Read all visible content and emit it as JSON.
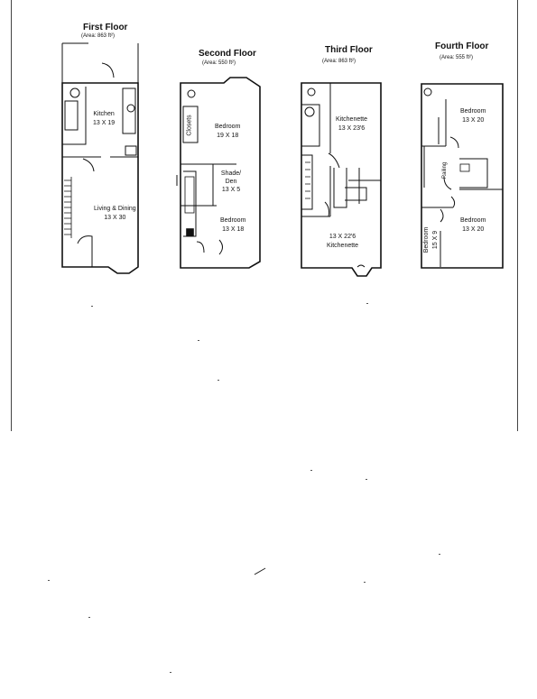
{
  "floors": [
    {
      "title": "First Floor",
      "area": "(Area: 863 ft²)",
      "rooms": [
        {
          "name": "Kitchen",
          "dims": "13 X 19"
        },
        {
          "name": "Living & Dining",
          "dims": "13 X 30"
        }
      ]
    },
    {
      "title": "Second Floor",
      "area": "(Area: 550 ft²)",
      "rooms": [
        {
          "name": "Closets",
          "dims": ""
        },
        {
          "name": "Bedroom",
          "dims": "19 X 18"
        },
        {
          "name": "Shade/ Den",
          "dims": "13 X 5"
        },
        {
          "name": "Bedroom",
          "dims": "13 X 18"
        }
      ]
    },
    {
      "title": "Third Floor",
      "area": "(Area: 863 ft²)",
      "rooms": [
        {
          "name": "Kitchenette",
          "dims": "13 X 23'6"
        },
        {
          "name": "Kitchenette",
          "dims": "13 X 22'6"
        }
      ]
    },
    {
      "title": "Fourth Floor",
      "area": "(Area: 555 ft²)",
      "rooms": [
        {
          "name": "Bedroom",
          "dims": "13 X 20"
        },
        {
          "name": "Bedroom",
          "dims": "13 X 20"
        },
        {
          "name": "Bedroom",
          "dims": "15 X 9"
        },
        {
          "name": "Railing",
          "dims": ""
        }
      ]
    }
  ]
}
